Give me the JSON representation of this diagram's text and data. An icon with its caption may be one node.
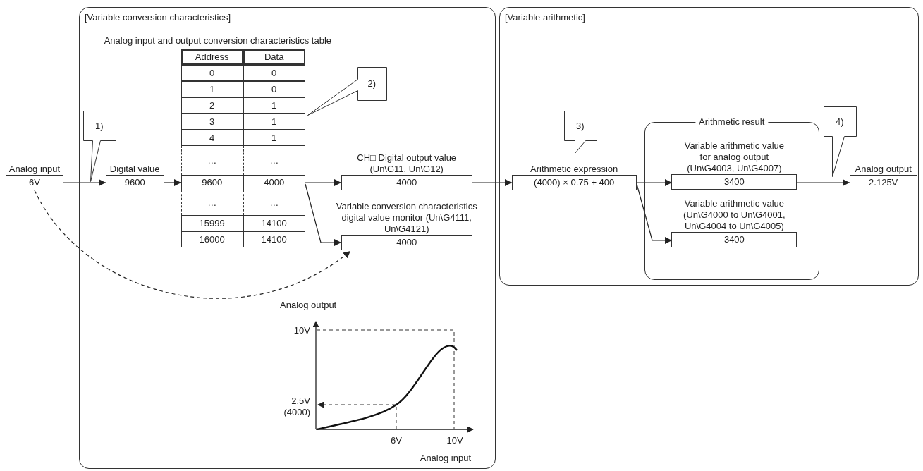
{
  "diagram": {
    "nodes": [
      {
        "text": [
          "[Variable conversion characteristics]"
        ]
      },
      {
        "text": [
          "[Variable arithmetic]"
        ]
      },
      {
        "text": [
          "Analog input",
          "6V"
        ]
      },
      {
        "text": [
          "Digital value",
          "9600"
        ],
        "in": 0
      },
      {
        "text": [
          "9600",
          "4000"
        ],
        "in": 0
      },
      {
        "text": [
          "CH□ Digital output value (Un\\G11, Un\\G12)",
          "4000"
        ],
        "in": 0
      },
      {
        "text": [
          "Variable conversion characteristics digital value monitor (Un\\G4111, Un\\G4121)",
          "4000"
        ],
        "in": 0
      },
      {
        "text": [
          "Arithmetic expression",
          "(4000) × 0.75 + 400"
        ],
        "in": 1
      },
      {
        "text": [
          "Arithmetic result"
        ],
        "in": 1
      },
      {
        "text": [
          "Variable arithmetic value for analog output (Un\\G4003, Un\\G4007)",
          "3400"
        ],
        "in": 8
      },
      {
        "text": [
          "Variable arithmetic value (Un\\G4000 to Un\\G4001, Un\\G4004 to Un\\G4005)",
          "3400"
        ],
        "in": 8
      },
      {
        "text": [
          "Analog output",
          "2.125V"
        ],
        "in": 1
      },
      {
        "text": [
          "1)"
        ],
        "in": 0
      },
      {
        "text": [
          "2)"
        ],
        "in": 0
      },
      {
        "text": [
          "3)"
        ],
        "in": 1
      },
      {
        "text": [
          "4)"
        ],
        "in": 1
      }
    ],
    "edges": [
      {
        "from": 2,
        "to": 3,
        "arrow": "to"
      },
      {
        "from": 3,
        "to": 4,
        "arrow": "to"
      },
      {
        "from": 4,
        "to": 5,
        "arrow": "to"
      },
      {
        "from": 4,
        "to": 6,
        "arrow": "to"
      },
      {
        "from": 5,
        "to": 7,
        "arrow": "to"
      },
      {
        "from": 7,
        "to": 9,
        "arrow": "to"
      },
      {
        "from": 7,
        "to": 10,
        "arrow": "to"
      },
      {
        "from": 9,
        "to": 11,
        "arrow": "to"
      },
      {
        "from": 2,
        "to": 6,
        "arrow": "to",
        "style": "dashed"
      }
    ],
    "labels": [
      "Analog input and output conversion characteristics table",
      "Address",
      "Data",
      "0",
      "0",
      "1",
      "0",
      "2",
      "1",
      "3",
      "1",
      "4",
      "1",
      "…",
      "…",
      "…",
      "…",
      "15999",
      "14100",
      "16000",
      "14100",
      "Analog output",
      "10V",
      "2.5V (4000)",
      "6V",
      "10V",
      "Analog input"
    ]
  }
}
